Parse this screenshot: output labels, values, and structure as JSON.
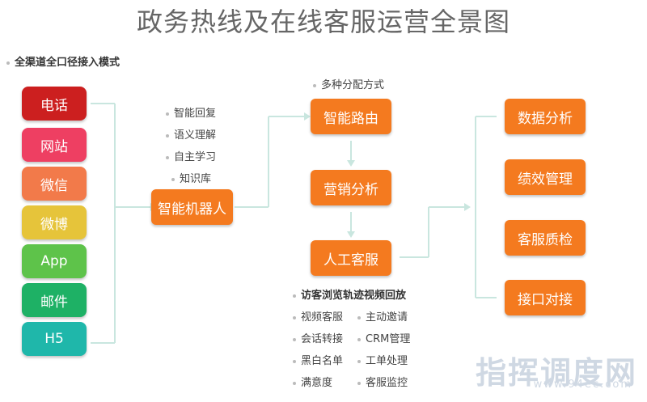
{
  "title": "政务热线及在线客服运营全景图",
  "subtitle": "全渠道全口径接入模式",
  "channels": [
    {
      "label": "电话",
      "color": "#cc1f1f"
    },
    {
      "label": "网站",
      "color": "#ee3f62"
    },
    {
      "label": "微信",
      "color": "#f27a4a"
    },
    {
      "label": "微博",
      "color": "#e6c43a"
    },
    {
      "label": "App",
      "color": "#5ec34a"
    },
    {
      "label": "邮件",
      "color": "#1eb165"
    },
    {
      "label": "H5",
      "color": "#1fb7aa"
    }
  ],
  "robot": {
    "label": "智能机器人",
    "features": [
      "智能回复",
      "语义理解",
      "自主学习",
      "知识库"
    ]
  },
  "routing": {
    "label": "智能路由",
    "note": "多种分配方式"
  },
  "marketing": {
    "label": "营销分析"
  },
  "agent": {
    "label": "人工客服",
    "features_title": "访客浏览轨迹视频回放",
    "features_left": [
      "视频客服",
      "会话转接",
      "黑白名单",
      "满意度"
    ],
    "features_right": [
      "主动邀请",
      "CRM管理",
      "工单处理",
      "客服监控"
    ]
  },
  "outputs": [
    "数据分析",
    "绩效管理",
    "客服质检",
    "接口对接"
  ],
  "watermark": {
    "text": "指挥调度网",
    "url": "www.94ec.com"
  },
  "colors": {
    "accent": "#f47a1f",
    "connector": "#c9e6df"
  }
}
